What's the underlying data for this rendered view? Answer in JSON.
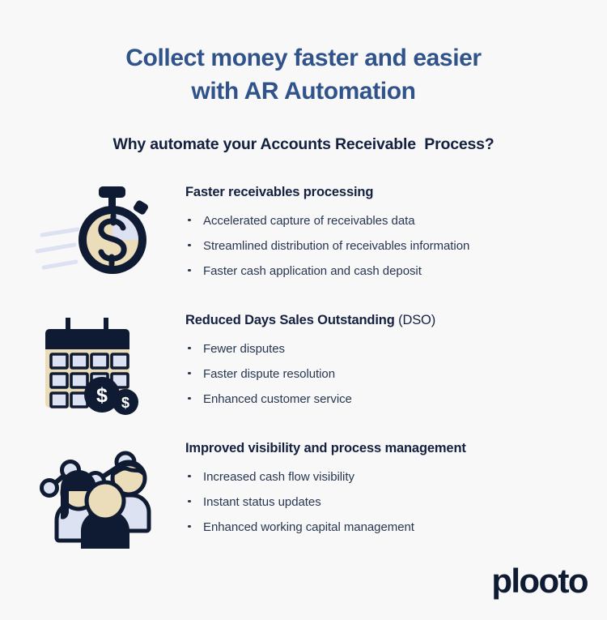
{
  "page": {
    "background_color": "#f8f8f8",
    "title_color": "#31538c",
    "heading_color": "#14203f",
    "body_color": "#273751",
    "navy": "#0e1b33",
    "beige": "#ecddba",
    "periwinkle": "#dde2f2"
  },
  "headline": {
    "line1": "Collect money faster and easier",
    "line2": "with AR Automation"
  },
  "subhead": "Why automate your Accounts Receivable  Process?",
  "sections": [
    {
      "icon": "stopwatch-dollar-icon",
      "heading": "Faster receivables processing",
      "heading_suffix": "",
      "bullets": [
        "Accelerated capture of receivables data",
        "Streamlined distribution of receivables information",
        "Faster cash application and cash deposit"
      ]
    },
    {
      "icon": "calendar-coins-icon",
      "heading": "Reduced Days Sales Outstanding ",
      "heading_suffix": "(DSO)",
      "bullets": [
        "Fewer disputes",
        "Faster dispute resolution",
        "Enhanced customer service"
      ]
    },
    {
      "icon": "people-linechart-icon",
      "heading": "Improved visibility and process management",
      "heading_suffix": "",
      "bullets": [
        "Increased cash flow visibility",
        "Instant status updates",
        "Enhanced working capital management"
      ]
    }
  ],
  "logo": {
    "text": "plooto"
  }
}
